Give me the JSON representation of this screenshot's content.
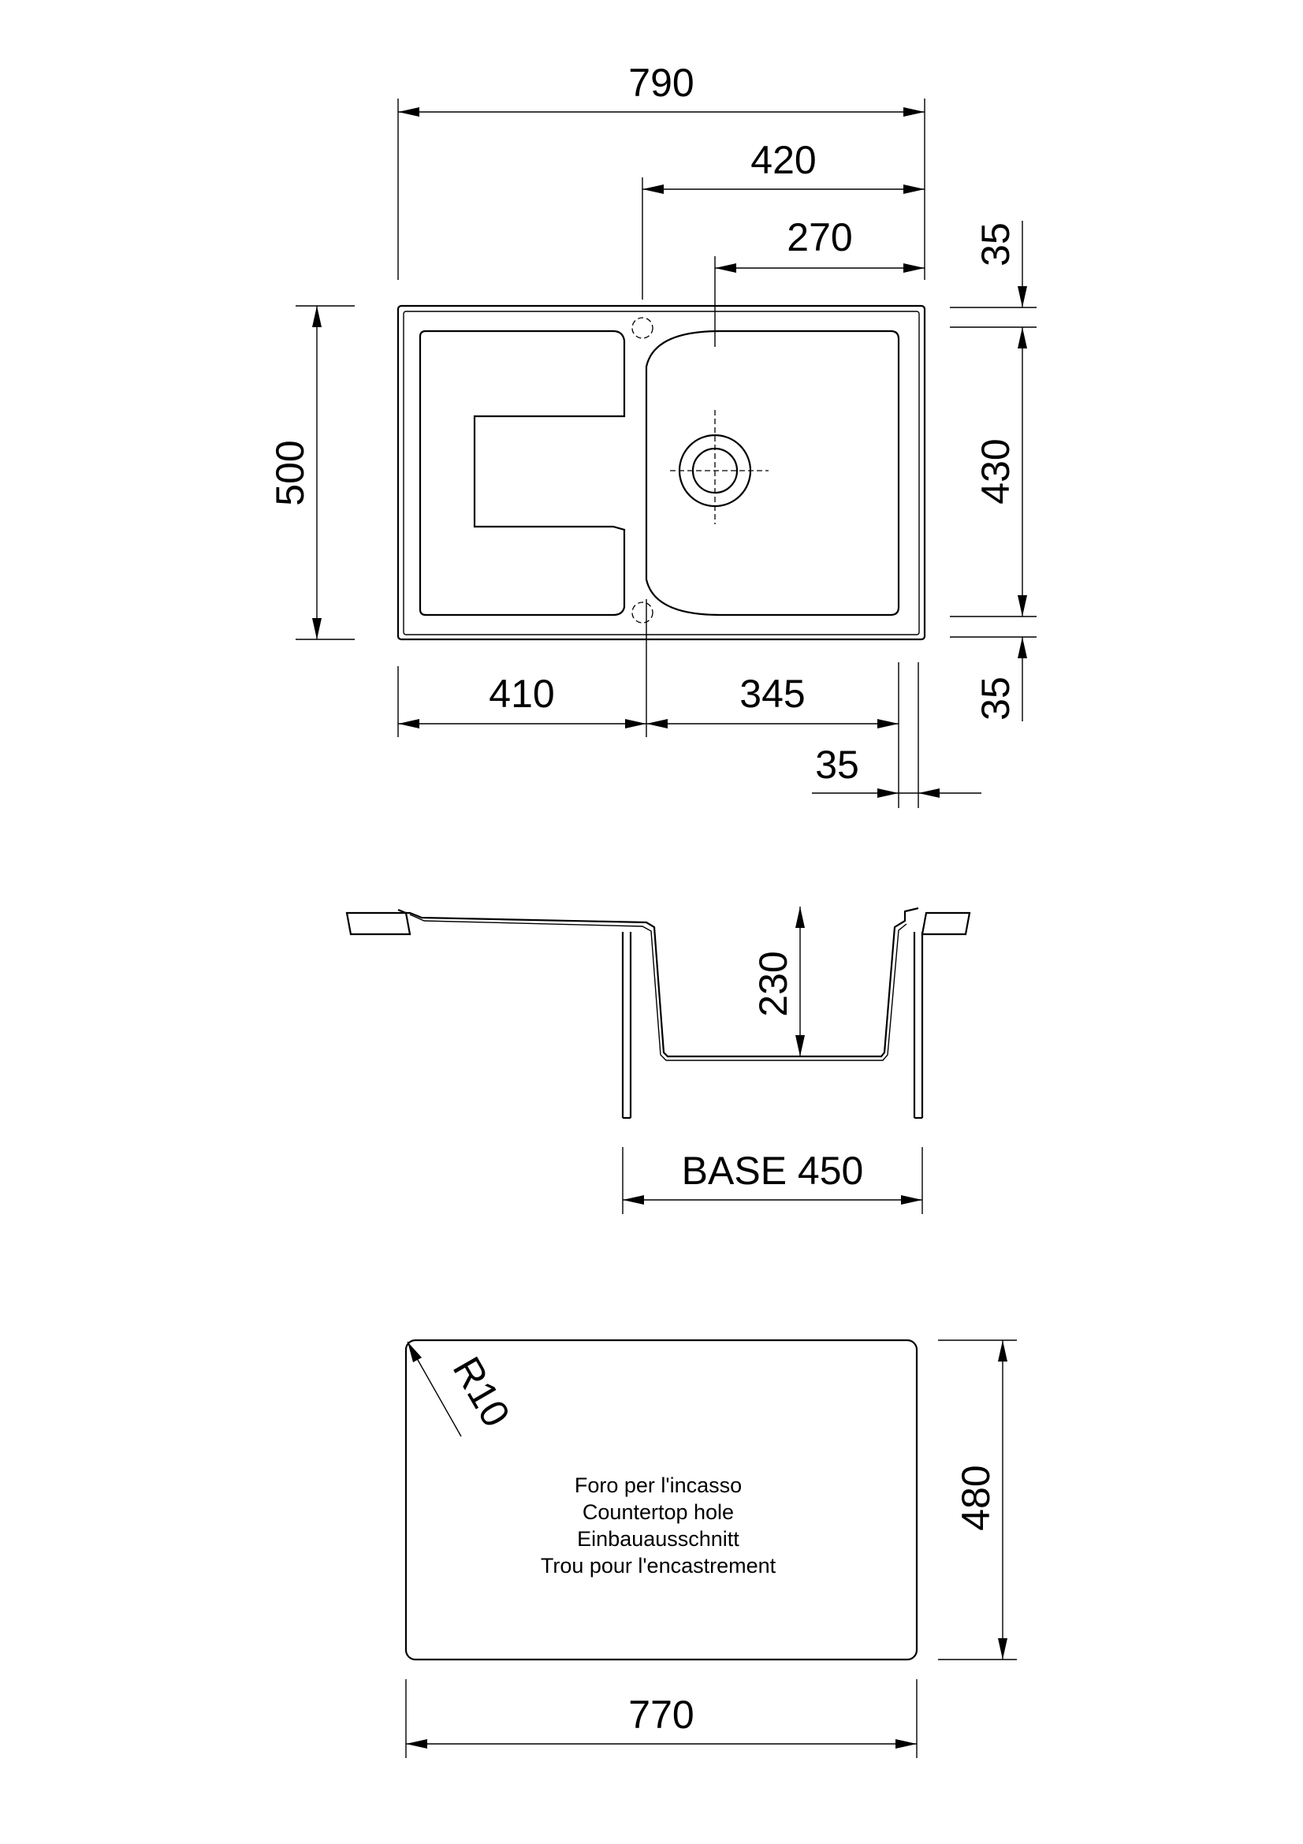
{
  "top_view": {
    "dims": {
      "overall_width": "790",
      "width_420": "420",
      "width_270": "270",
      "top_margin": "35",
      "bowl_height": "430",
      "bottom_margin": "35",
      "overall_height": "500",
      "drainer_width": "410",
      "bowl_width": "345",
      "right_margin": "35"
    }
  },
  "section_view": {
    "depth": "230",
    "base": "BASE 450"
  },
  "cutout_view": {
    "radius": "R10",
    "height": "480",
    "width": "770",
    "notes": [
      "Foro per l'incasso",
      "Countertop hole",
      "Einbauausschnitt",
      "Trou pour l'encastrement"
    ]
  }
}
